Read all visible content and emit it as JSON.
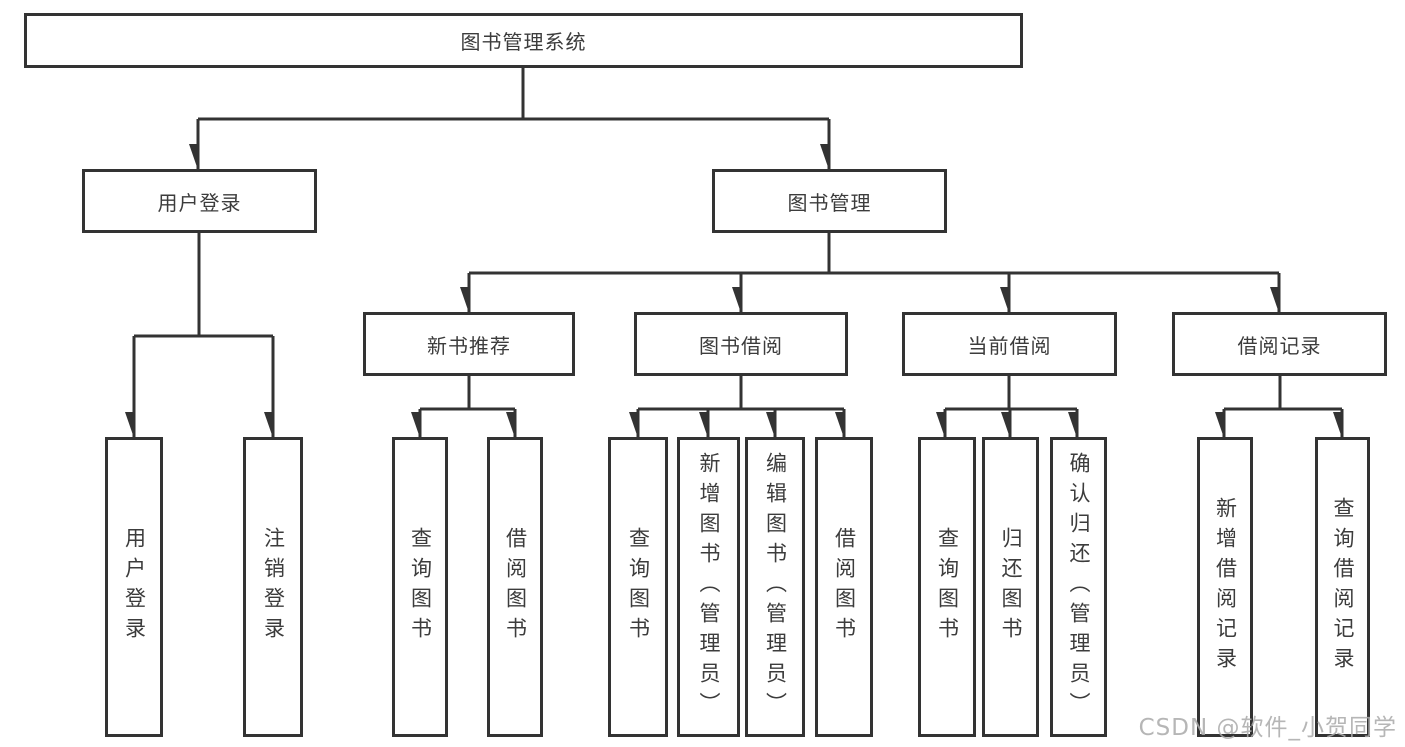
{
  "diagram_type": "function-structure-tree",
  "colors": {
    "background": "#ffffff",
    "line": "#333333",
    "box_border": "#333333",
    "text": "#3c3c3c",
    "watermark": "#acacac"
  },
  "tree": {
    "root": {
      "label": "图书管理系统"
    },
    "branches": [
      {
        "label": "用户登录",
        "children": [
          {
            "label": "用户登录"
          },
          {
            "label": "注销登录"
          }
        ]
      },
      {
        "label": "图书管理",
        "children": [
          {
            "label": "新书推荐",
            "children": [
              {
                "label": "查询图书"
              },
              {
                "label": "借阅图书"
              }
            ]
          },
          {
            "label": "图书借阅",
            "children": [
              {
                "label": "查询图书"
              },
              {
                "label": "新增图书（管理员）"
              },
              {
                "label": "编辑图书（管理员）"
              },
              {
                "label": "借阅图书"
              }
            ]
          },
          {
            "label": "当前借阅",
            "children": [
              {
                "label": "查询图书"
              },
              {
                "label": "归还图书"
              },
              {
                "label": "确认归还（管理员）"
              }
            ]
          },
          {
            "label": "借阅记录",
            "children": [
              {
                "label": "新增借阅记录"
              },
              {
                "label": "查询借阅记录"
              }
            ]
          }
        ]
      }
    ]
  },
  "watermark": {
    "text": "CSDN @软件_小贺同学"
  }
}
